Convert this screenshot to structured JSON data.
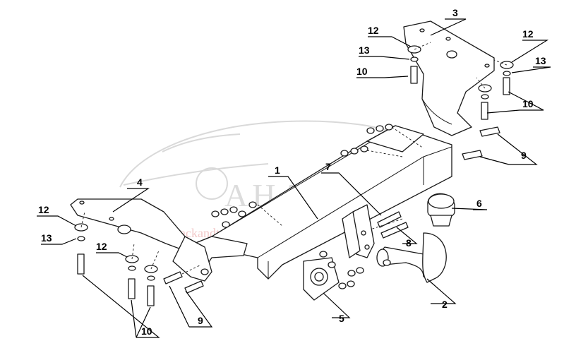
{
  "watermark": {
    "text": "АНАКА",
    "subtext": "packandtravel"
  },
  "callouts": [
    {
      "id": "label-1",
      "text": "1"
    },
    {
      "id": "label-2",
      "text": "2"
    },
    {
      "id": "label-3",
      "text": "3"
    },
    {
      "id": "label-4",
      "text": "4"
    },
    {
      "id": "label-5",
      "text": "5"
    },
    {
      "id": "label-6",
      "text": "6"
    },
    {
      "id": "label-7",
      "text": "7"
    },
    {
      "id": "label-8",
      "text": "8"
    },
    {
      "id": "label-9a",
      "text": "9"
    },
    {
      "id": "label-9b",
      "text": "9"
    },
    {
      "id": "label-10a",
      "text": "10"
    },
    {
      "id": "label-10b",
      "text": "10"
    },
    {
      "id": "label-10c",
      "text": "10"
    },
    {
      "id": "label-12a",
      "text": "12"
    },
    {
      "id": "label-12b",
      "text": "12"
    },
    {
      "id": "label-12c",
      "text": "12"
    },
    {
      "id": "label-12d",
      "text": "12"
    },
    {
      "id": "label-13a",
      "text": "13"
    },
    {
      "id": "label-13b",
      "text": "13"
    },
    {
      "id": "label-13c",
      "text": "13"
    }
  ]
}
